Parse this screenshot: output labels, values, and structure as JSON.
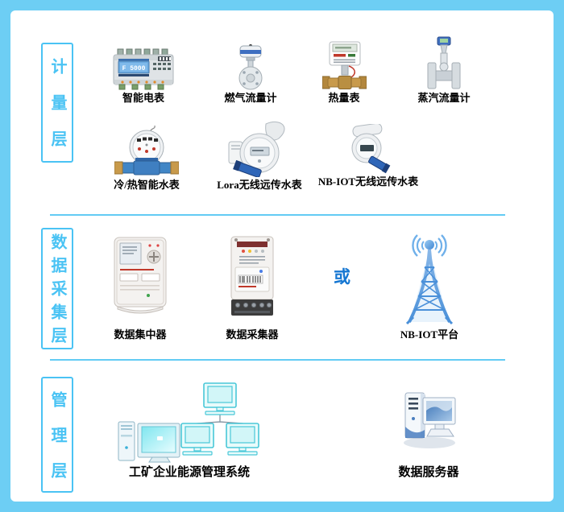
{
  "colors": {
    "frame": "#6dcef4",
    "accent": "#4ac3f4",
    "divider": "#62cbf4",
    "or_text": "#1677d2"
  },
  "layers": [
    {
      "label": "计量层",
      "meter_lcd_text": "F 5000",
      "items": [
        {
          "label": "智能电表"
        },
        {
          "label": "燃气流量计"
        },
        {
          "label": "热量表"
        },
        {
          "label": "蒸汽流量计"
        },
        {
          "label": "冷/热智能水表"
        },
        {
          "label": "Lora无线远传水表"
        },
        {
          "label": "NB-IOT无线远传水表"
        }
      ]
    },
    {
      "label": "数据采集层",
      "or_text": "或",
      "items": [
        {
          "label": "数据集中器"
        },
        {
          "label": "数据采集器"
        },
        {
          "label": "NB-IOT平台"
        }
      ]
    },
    {
      "label": "管理层",
      "items": [
        {
          "label": "工矿企业能源管理系统"
        },
        {
          "label": "数据服务器"
        }
      ]
    }
  ]
}
